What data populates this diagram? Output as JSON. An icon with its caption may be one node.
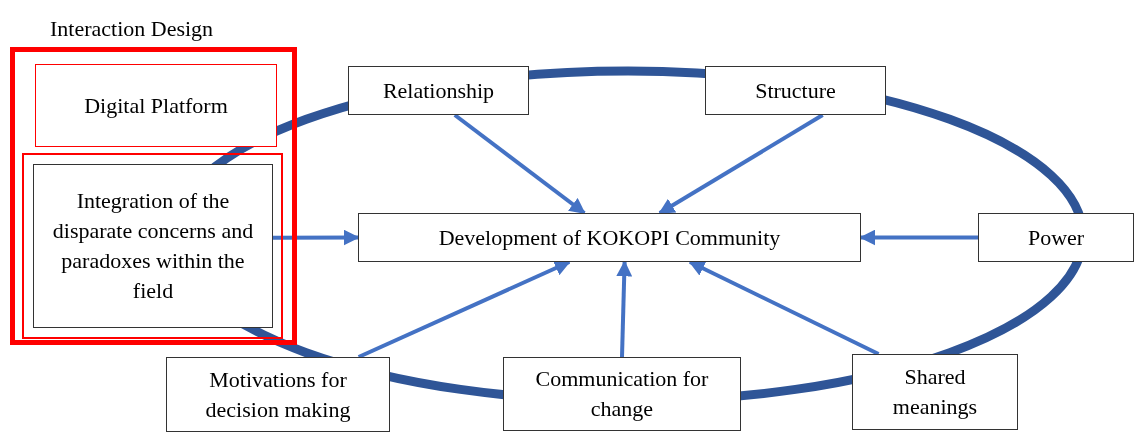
{
  "diagram": {
    "nodes": [
      {
        "text": [
          "Interaction Design"
        ]
      },
      {
        "text": [
          "Digital Platform"
        ],
        "in": 0
      },
      {
        "text": [],
        "shape": "box",
        "in": 0
      },
      {
        "text": [
          "Integration of the disparate concerns and paradoxes within the field"
        ],
        "in": 2
      },
      {
        "text": [
          "Relationship"
        ]
      },
      {
        "text": [
          "Structure"
        ]
      },
      {
        "text": [
          "Development of KOKOPI Community"
        ]
      },
      {
        "text": [
          "Power"
        ]
      },
      {
        "text": [
          "Motivations for decision making"
        ]
      },
      {
        "text": [
          "Communication for change"
        ]
      },
      {
        "text": [
          "Shared meanings"
        ]
      }
    ],
    "edges": [
      {
        "from": 3,
        "to": 6,
        "arrow": "to"
      },
      {
        "from": 4,
        "to": 6,
        "arrow": "to"
      },
      {
        "from": 5,
        "to": 6,
        "arrow": "to"
      },
      {
        "from": 7,
        "to": 6,
        "arrow": "to"
      },
      {
        "from": 8,
        "to": 6,
        "arrow": "to"
      },
      {
        "from": 9,
        "to": 6,
        "arrow": "to"
      },
      {
        "from": 10,
        "to": 6,
        "arrow": "to"
      }
    ]
  }
}
